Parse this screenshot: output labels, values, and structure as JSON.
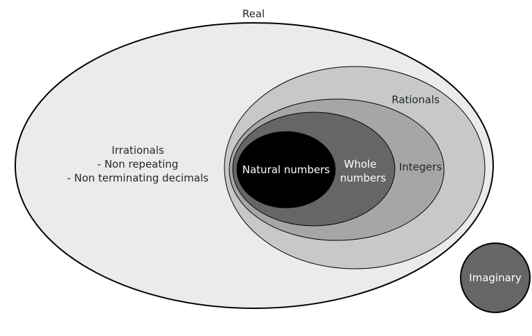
{
  "title": "Number Sets",
  "sets": {
    "real": {
      "label": "Real",
      "fill": "#ebebeb"
    },
    "irrationals": {
      "lines": [
        "Irrationals",
        "- Non repeating",
        "- Non terminating decimals"
      ]
    },
    "rationals": {
      "label": "Rationals",
      "fill": "#c8c8c8"
    },
    "integers": {
      "label": "Integers",
      "fill": "#a6a6a6"
    },
    "whole": {
      "lines": [
        "Whole",
        "numbers"
      ],
      "fill": "#666666"
    },
    "natural": {
      "label": "Natural numbers",
      "fill": "#000000"
    },
    "imaginary": {
      "label": "Imaginary",
      "fill": "#666666"
    }
  }
}
